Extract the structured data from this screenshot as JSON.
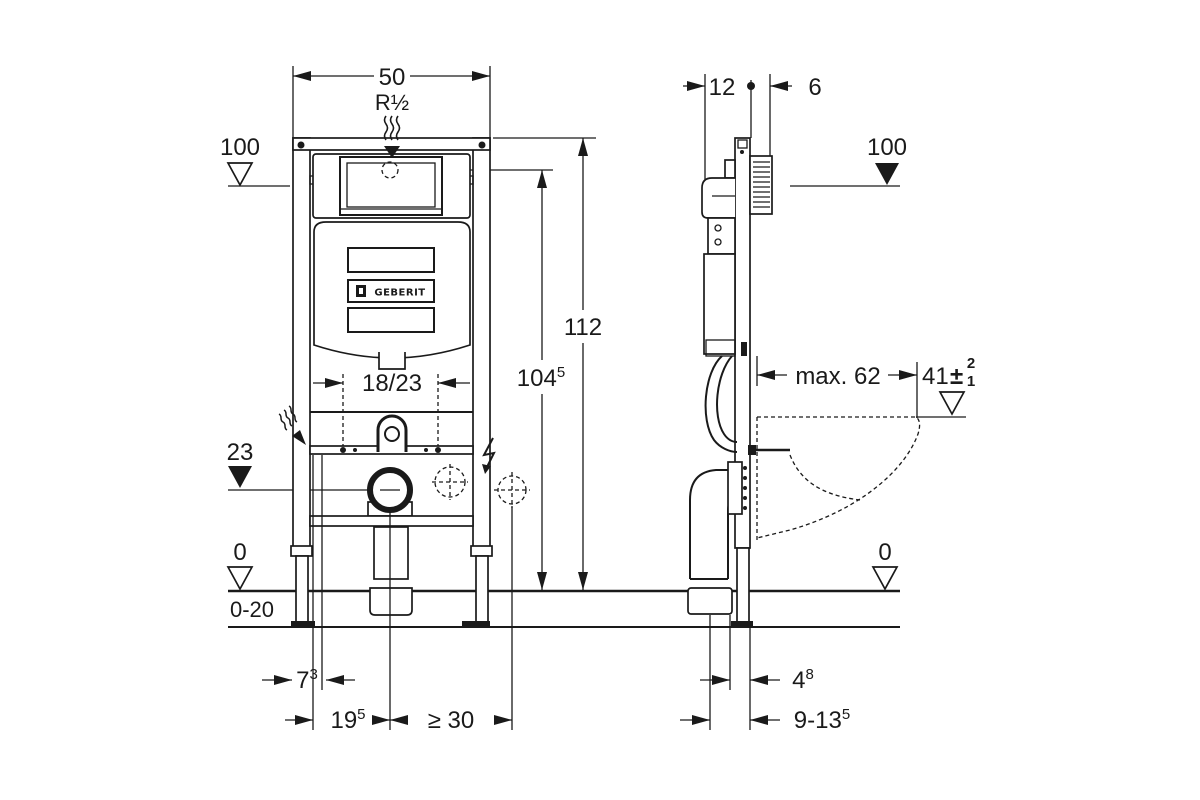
{
  "front_view": {
    "span_label": "50",
    "supply_thread": "R½",
    "level_top": "100",
    "level_outlet": "23",
    "level_floor": "0",
    "floor_range": "0-20",
    "bolt_spacing": "18/23",
    "outlet_dim": {
      "value": "104",
      "sup": "5"
    },
    "overall_dim": "112",
    "leg_dim": {
      "value": "7",
      "sup": "3"
    },
    "outlet_offset_dim": {
      "value": "19",
      "sup": "5"
    },
    "clearance_dim": "≥ 30",
    "logo_text": "GEBERIT"
  },
  "side_view": {
    "front_dim": "12",
    "rear_dim": "6",
    "level_top": "100",
    "projection_dim": "max. 62",
    "bowl_dim": {
      "value": "41",
      "pm": "±",
      "plus": "2",
      "minus": "1"
    },
    "level_floor": "0",
    "pipe_dim": {
      "value": "4",
      "sup": "8"
    },
    "wall_dim": {
      "value": "9-13",
      "sup": "5"
    }
  },
  "colors": {
    "line": "#1a1a1a",
    "background": "#ffffff"
  }
}
